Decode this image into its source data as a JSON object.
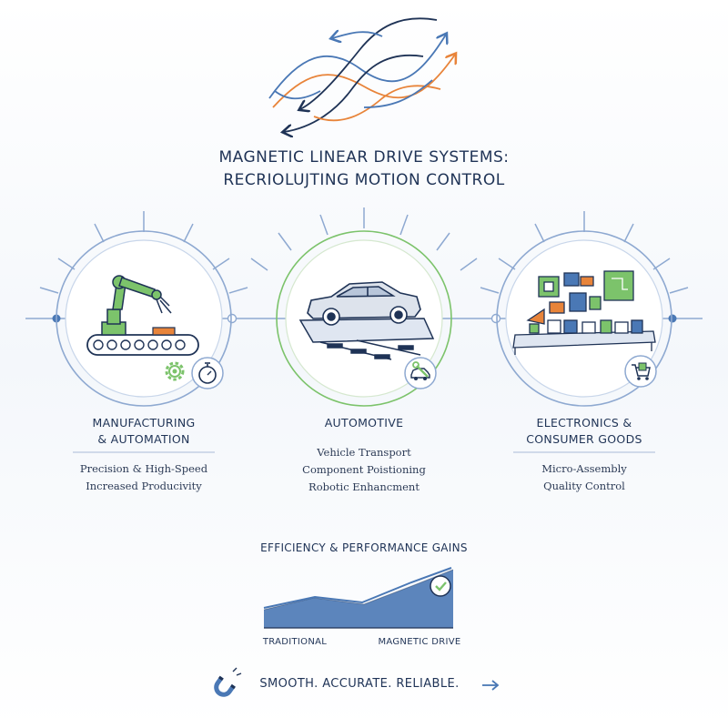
{
  "header": {
    "title_line1": "MAGNETIC LINEAR DRIVE SYSTEMS:",
    "title_line2": "RECRIOLUJTING MOTION CONTROL"
  },
  "sections": [
    {
      "title_line1": "MANUFACTURING",
      "title_line2": "& AUTOMATION",
      "items": [
        "Precision & High-Speed",
        "Increased Producivity"
      ],
      "accent": "#8ea9d1"
    },
    {
      "title_line1": "AUTOMOTIVE",
      "title_line2": "",
      "items": [
        "Vehicle Transport",
        "Component Poistioning",
        "Robotic Enhancment"
      ],
      "accent": "#7cc36b"
    },
    {
      "title_line1": "ELECTRONICS &",
      "title_line2": "CONSUMER GOODS",
      "items": [
        "Micro-Assembly",
        "Quality Control"
      ],
      "accent": "#8ea9d1"
    }
  ],
  "chart": {
    "title": "EFFICIENCY & PERFORMANCE GAINS",
    "label_left": "TRADITIONAL",
    "label_right": "MAGNETIC DRIVE"
  },
  "footer": {
    "tagline": "SMOOTH. ACCURATE. RELIABLE."
  },
  "colors": {
    "navy": "#1f3356",
    "blue": "#4a78b5",
    "orange": "#e8843a",
    "green": "#7cc36b",
    "ring": "#8ea9d1"
  },
  "icons": [
    "wave-arrows-icon",
    "robot-arm-icon",
    "gear-icon",
    "stopwatch-icon",
    "car-icon",
    "wrench-car-icon",
    "circuit-icon",
    "cart-icon",
    "check-icon",
    "magnet-icon",
    "arrow-right-icon"
  ]
}
